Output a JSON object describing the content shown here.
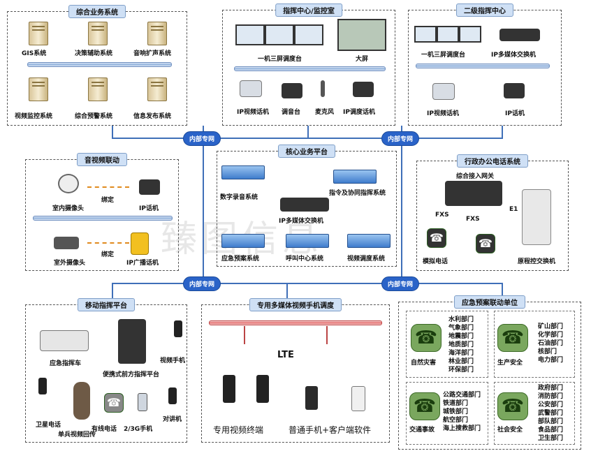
{
  "panels": {
    "integrated": {
      "title": "综合业务系统",
      "items": [
        "GIS系统",
        "决策辅助系统",
        "音响扩声系统",
        "视频监控系统",
        "综合预警系统",
        "信息发布系统"
      ]
    },
    "command_center": {
      "title": "指挥中心/监控室",
      "items": [
        "一机三屏调度台",
        "大屏",
        "IP视频话机",
        "调音台",
        "麦克风",
        "IP调度话机"
      ]
    },
    "secondary": {
      "title": "二级指挥中心",
      "items": [
        "一机三屏调度台",
        "IP多媒体交换机",
        "IP视频话机",
        "IP话机"
      ]
    },
    "av_link": {
      "title": "音视频联动",
      "items": [
        "室内摄像头",
        "IP话机",
        "室外摄像头",
        "IP广播话机"
      ],
      "bind_label": "绑定"
    },
    "core": {
      "title": "核心业务平台",
      "items": [
        "数字录音系统",
        "指令及协同指挥系统",
        "IP多媒体交换机",
        "应急预案系统",
        "呼叫中心系统",
        "视频调度系统"
      ]
    },
    "admin": {
      "title": "行政办公电话系统",
      "items": [
        "综合接入网关",
        "FXS",
        "FXS",
        "E1",
        "模拟电话",
        "原程控交换机"
      ]
    },
    "mobile": {
      "title": "移动指挥平台",
      "items": [
        "应急指挥车",
        "便携式前方指挥平台",
        "视频手机",
        "卫星电话",
        "单兵视频回传",
        "有线电话",
        "2/3G手机",
        "对讲机"
      ]
    },
    "multimedia": {
      "title": "专用多媒体视频手机调度",
      "lte": "LTE",
      "left_caption": "专用视频终端",
      "right_caption": "普通手机+客户端软件"
    },
    "emergency": {
      "title": "应急预案联动单位",
      "groups": [
        {
          "name": "自然灾害",
          "depts": [
            "水利部门",
            "气象部门",
            "地震部门",
            "地质部门",
            "海洋部门",
            "林业部门",
            "环保部门"
          ]
        },
        {
          "name": "生产安全",
          "depts": [
            "矿山部门",
            "化学部门",
            "石油部门",
            "核部门",
            "电力部门"
          ]
        },
        {
          "name": "交通事故",
          "depts": [
            "公路交通部门",
            "铁道部门",
            "城铁部门",
            "航空部门",
            "海上搜救部门"
          ]
        },
        {
          "name": "社会安全",
          "depts": [
            "政府部门",
            "消防部门",
            "公安部门",
            "武警部门",
            "部队部门",
            "食品部门",
            "卫生部门"
          ]
        }
      ]
    }
  },
  "network_label": "内部专网",
  "watermark": "臻图信息"
}
